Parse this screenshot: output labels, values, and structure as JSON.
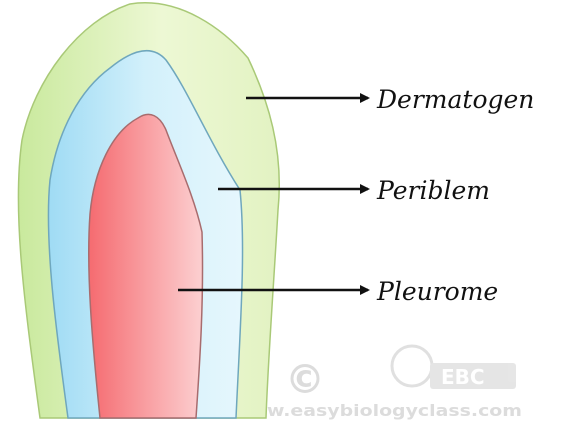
{
  "diagram": {
    "layers": [
      {
        "label": "Dermatogen",
        "color": "#ebf7cf",
        "edge": "#a7c774"
      },
      {
        "label": "Periblem",
        "color": "#cdeefa",
        "edge": "#6fa8be"
      },
      {
        "label": "Pleurome",
        "color": "#f79b9e",
        "edge": "#a86b6d"
      }
    ],
    "arrow_color": "#111111"
  },
  "watermark": {
    "logo_text": "EBC",
    "copyright_symbol": "©",
    "url_text": "www.easybiologyclass.com"
  }
}
